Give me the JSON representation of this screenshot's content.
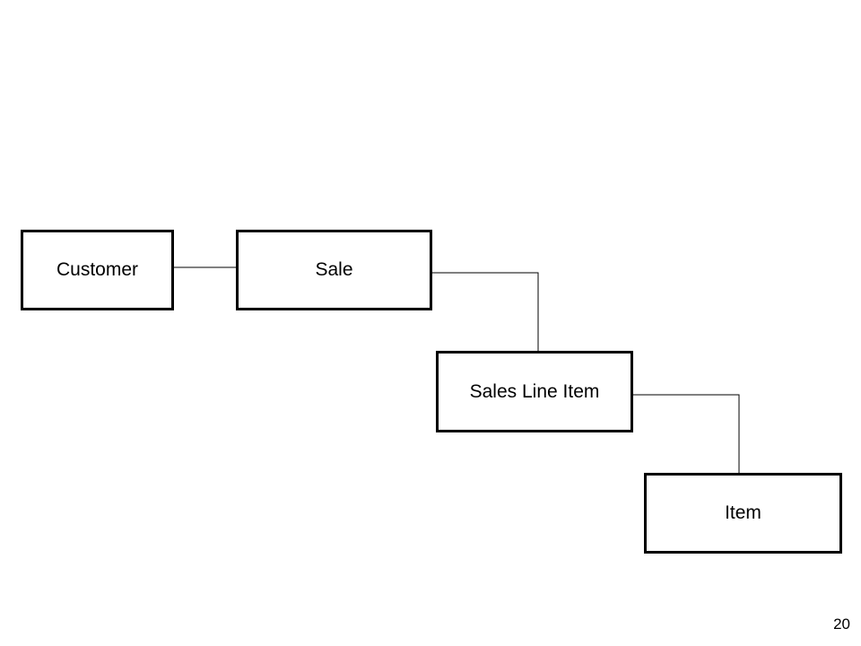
{
  "diagram": {
    "entities": {
      "customer": "Customer",
      "sale": "Sale",
      "sales_line_item": "Sales Line Item",
      "item": "Item"
    },
    "relationships": [
      {
        "from": "Customer",
        "to": "Sale"
      },
      {
        "from": "Sale",
        "to": "Sales Line Item"
      },
      {
        "from": "Sales Line Item",
        "to": "Item"
      }
    ]
  },
  "page_number": "20",
  "colors": {
    "line": "#000000",
    "background": "#ffffff"
  }
}
